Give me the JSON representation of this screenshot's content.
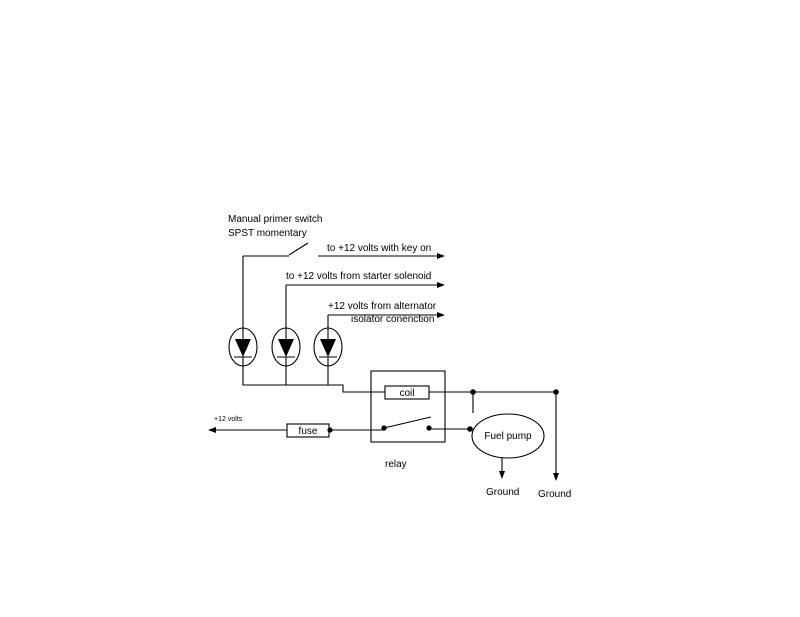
{
  "labels": {
    "primer_switch_line1": "Manual primer switch",
    "primer_switch_line2": "SPST momentary",
    "key_on": "to +12 volts with key on",
    "starter_solenoid": "to +12 volts from starter solenoid",
    "alternator_line1": "+12 volts from alternator",
    "alternator_line2": "isolator conenction",
    "coil": "coil",
    "fuse": "fuse",
    "plus_12_volts": "+12 volts",
    "fuel_pump": "Fuel pump",
    "relay": "relay",
    "ground_pump": "Ground",
    "ground_right": "Ground"
  }
}
